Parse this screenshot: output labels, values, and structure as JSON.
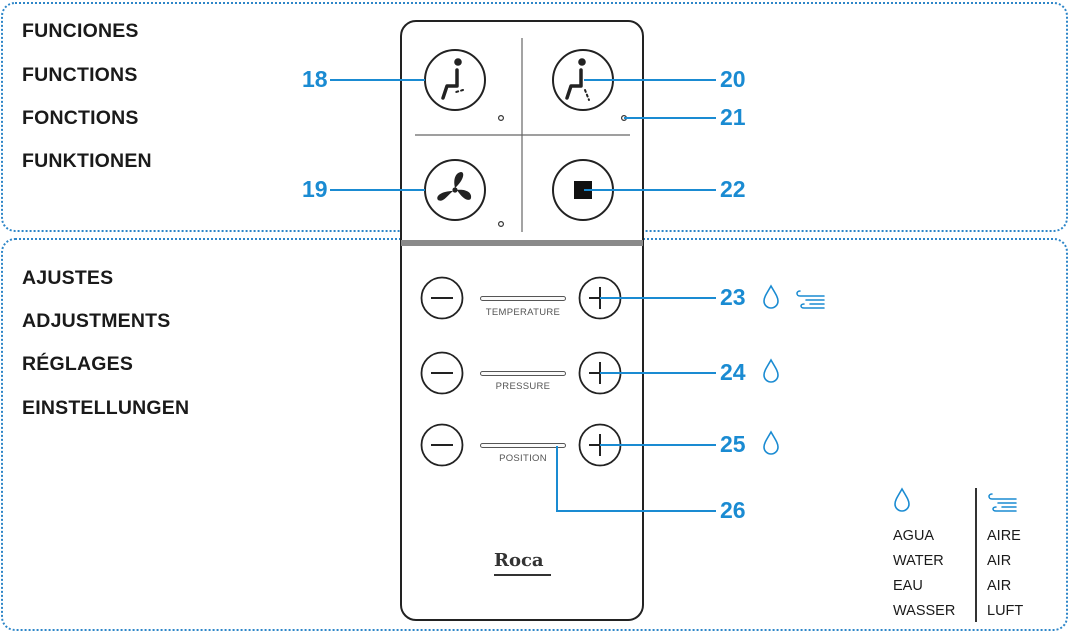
{
  "functions": {
    "labels": [
      "FUNCIONES",
      "FUNCTIONS",
      "FONCTIONS",
      "FUNKTIONEN"
    ]
  },
  "adjustments": {
    "labels": [
      "AJUSTES",
      "ADJUSTMENTS",
      "RÉGLAGES",
      "EINSTELLUNGEN"
    ]
  },
  "callouts": {
    "n18": "18",
    "n19": "19",
    "n20": "20",
    "n21": "21",
    "n22": "22",
    "n23": "23",
    "n24": "24",
    "n25": "25",
    "n26": "26"
  },
  "remote": {
    "temperature_label": "TEMPERATURE",
    "pressure_label": "PRESSURE",
    "position_label": "POSITION",
    "brand": "Roca"
  },
  "legend": {
    "water": [
      "AGUA",
      "WATER",
      "EAU",
      "WASSER"
    ],
    "air": [
      "AIRE",
      "AIR",
      "AIR",
      "LUFT"
    ]
  },
  "icons": {
    "rear_wash": "rear-wash-icon",
    "front_wash": "front-wash-icon",
    "dryer": "fan-icon",
    "stop": "stop-icon",
    "water": "water-drop-icon",
    "air": "air-icon"
  },
  "colors": {
    "accent": "#1a8bd2",
    "outline": "#222222"
  }
}
